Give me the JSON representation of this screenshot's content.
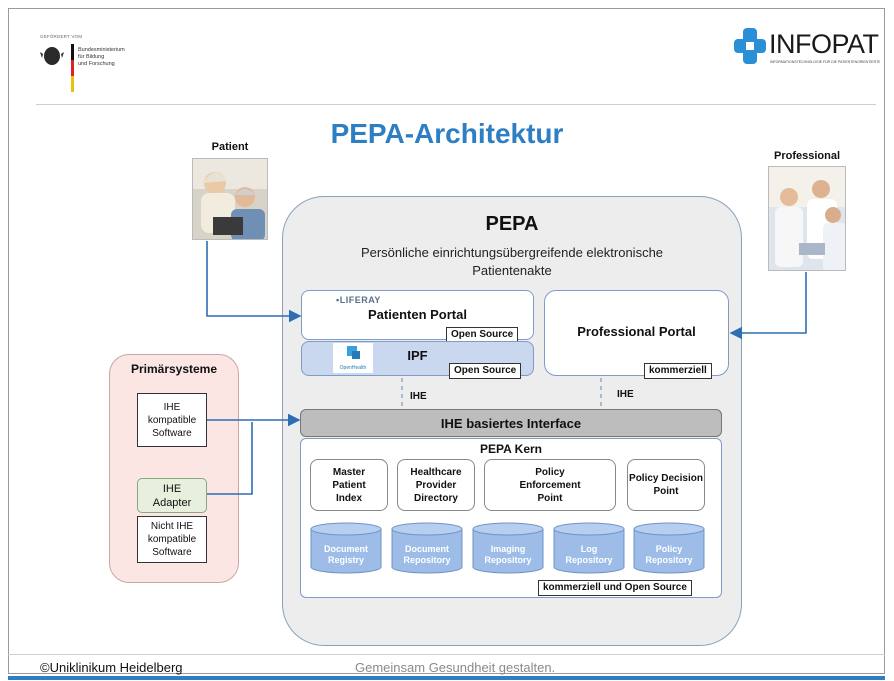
{
  "header": {
    "ministry_supported": "GEFÖRDERT VOM",
    "ministry_lines": [
      "Bundesministerium",
      "für Bildung",
      "und Forschung"
    ],
    "brand_text": "INFOPAT",
    "brand_sub": "INFORMATIONSTECHNOLOGIE FÜR DIE PATIENTENORIENTIERTE GESUNDHEITSVERSORGUNG"
  },
  "title": "PEPA-Architektur",
  "actors": {
    "patient": "Patient",
    "professional": "Professional"
  },
  "pepa": {
    "title": "PEPA",
    "subtitle_line1": "Persönliche einrichtungsübergreifende elektronische",
    "subtitle_line2": "Patientenakte",
    "liferay_logo": "LIFERAY",
    "patienten_portal": "Patienten Portal",
    "patienten_portal_tag": "Open Source",
    "ipf": "IPF",
    "ipf_logo": "OpenHealth",
    "ipf_tag": "Open Source",
    "professional_portal": "Professional Portal",
    "professional_portal_tag": "kommerziell",
    "ihe_left": "IHE",
    "ihe_right": "IHE",
    "interface": "IHE basiertes Interface",
    "kern": {
      "title": "PEPA Kern",
      "components": [
        {
          "line1": "Master",
          "line2": "Patient",
          "line3": "Index"
        },
        {
          "line1": "Healthcare",
          "line2": "Provider",
          "line3": "Directory"
        },
        {
          "line1": "Policy",
          "line2": "Enforcement",
          "line3": "Point"
        },
        {
          "line1": "Policy Decision",
          "line2": "Point",
          "line3": ""
        }
      ],
      "repositories": [
        {
          "line1": "Document",
          "line2": "Registry"
        },
        {
          "line1": "Document",
          "line2": "Repository"
        },
        {
          "line1": "Imaging",
          "line2": "Repository"
        },
        {
          "line1": "Log",
          "line2": "Repository"
        },
        {
          "line1": "Policy",
          "line2": "Repository"
        }
      ],
      "tag": "kommerziell und Open Source"
    }
  },
  "primaersysteme": {
    "title": "Primärsysteme",
    "ihe_software": [
      "IHE",
      "kompatible",
      "Software"
    ],
    "ihe_adapter": [
      "IHE",
      "Adapter"
    ],
    "non_ihe_software": [
      "Nicht IHE",
      "kompatible",
      "Software"
    ]
  },
  "footer": {
    "copyright": "©Uniklinikum Heidelberg",
    "slogan": "Gemeinsam Gesundheit gestalten."
  },
  "colors": {
    "title_blue": "#2d7ec2",
    "repository_blue": "#9dbde8",
    "primaer_bg": "#fbe6e4",
    "adapter_bg": "#e6f0dc",
    "ipf_bg": "#c9d8ee",
    "interface_bg": "#bdbdbd",
    "footer_line": "#2d7ec2"
  }
}
